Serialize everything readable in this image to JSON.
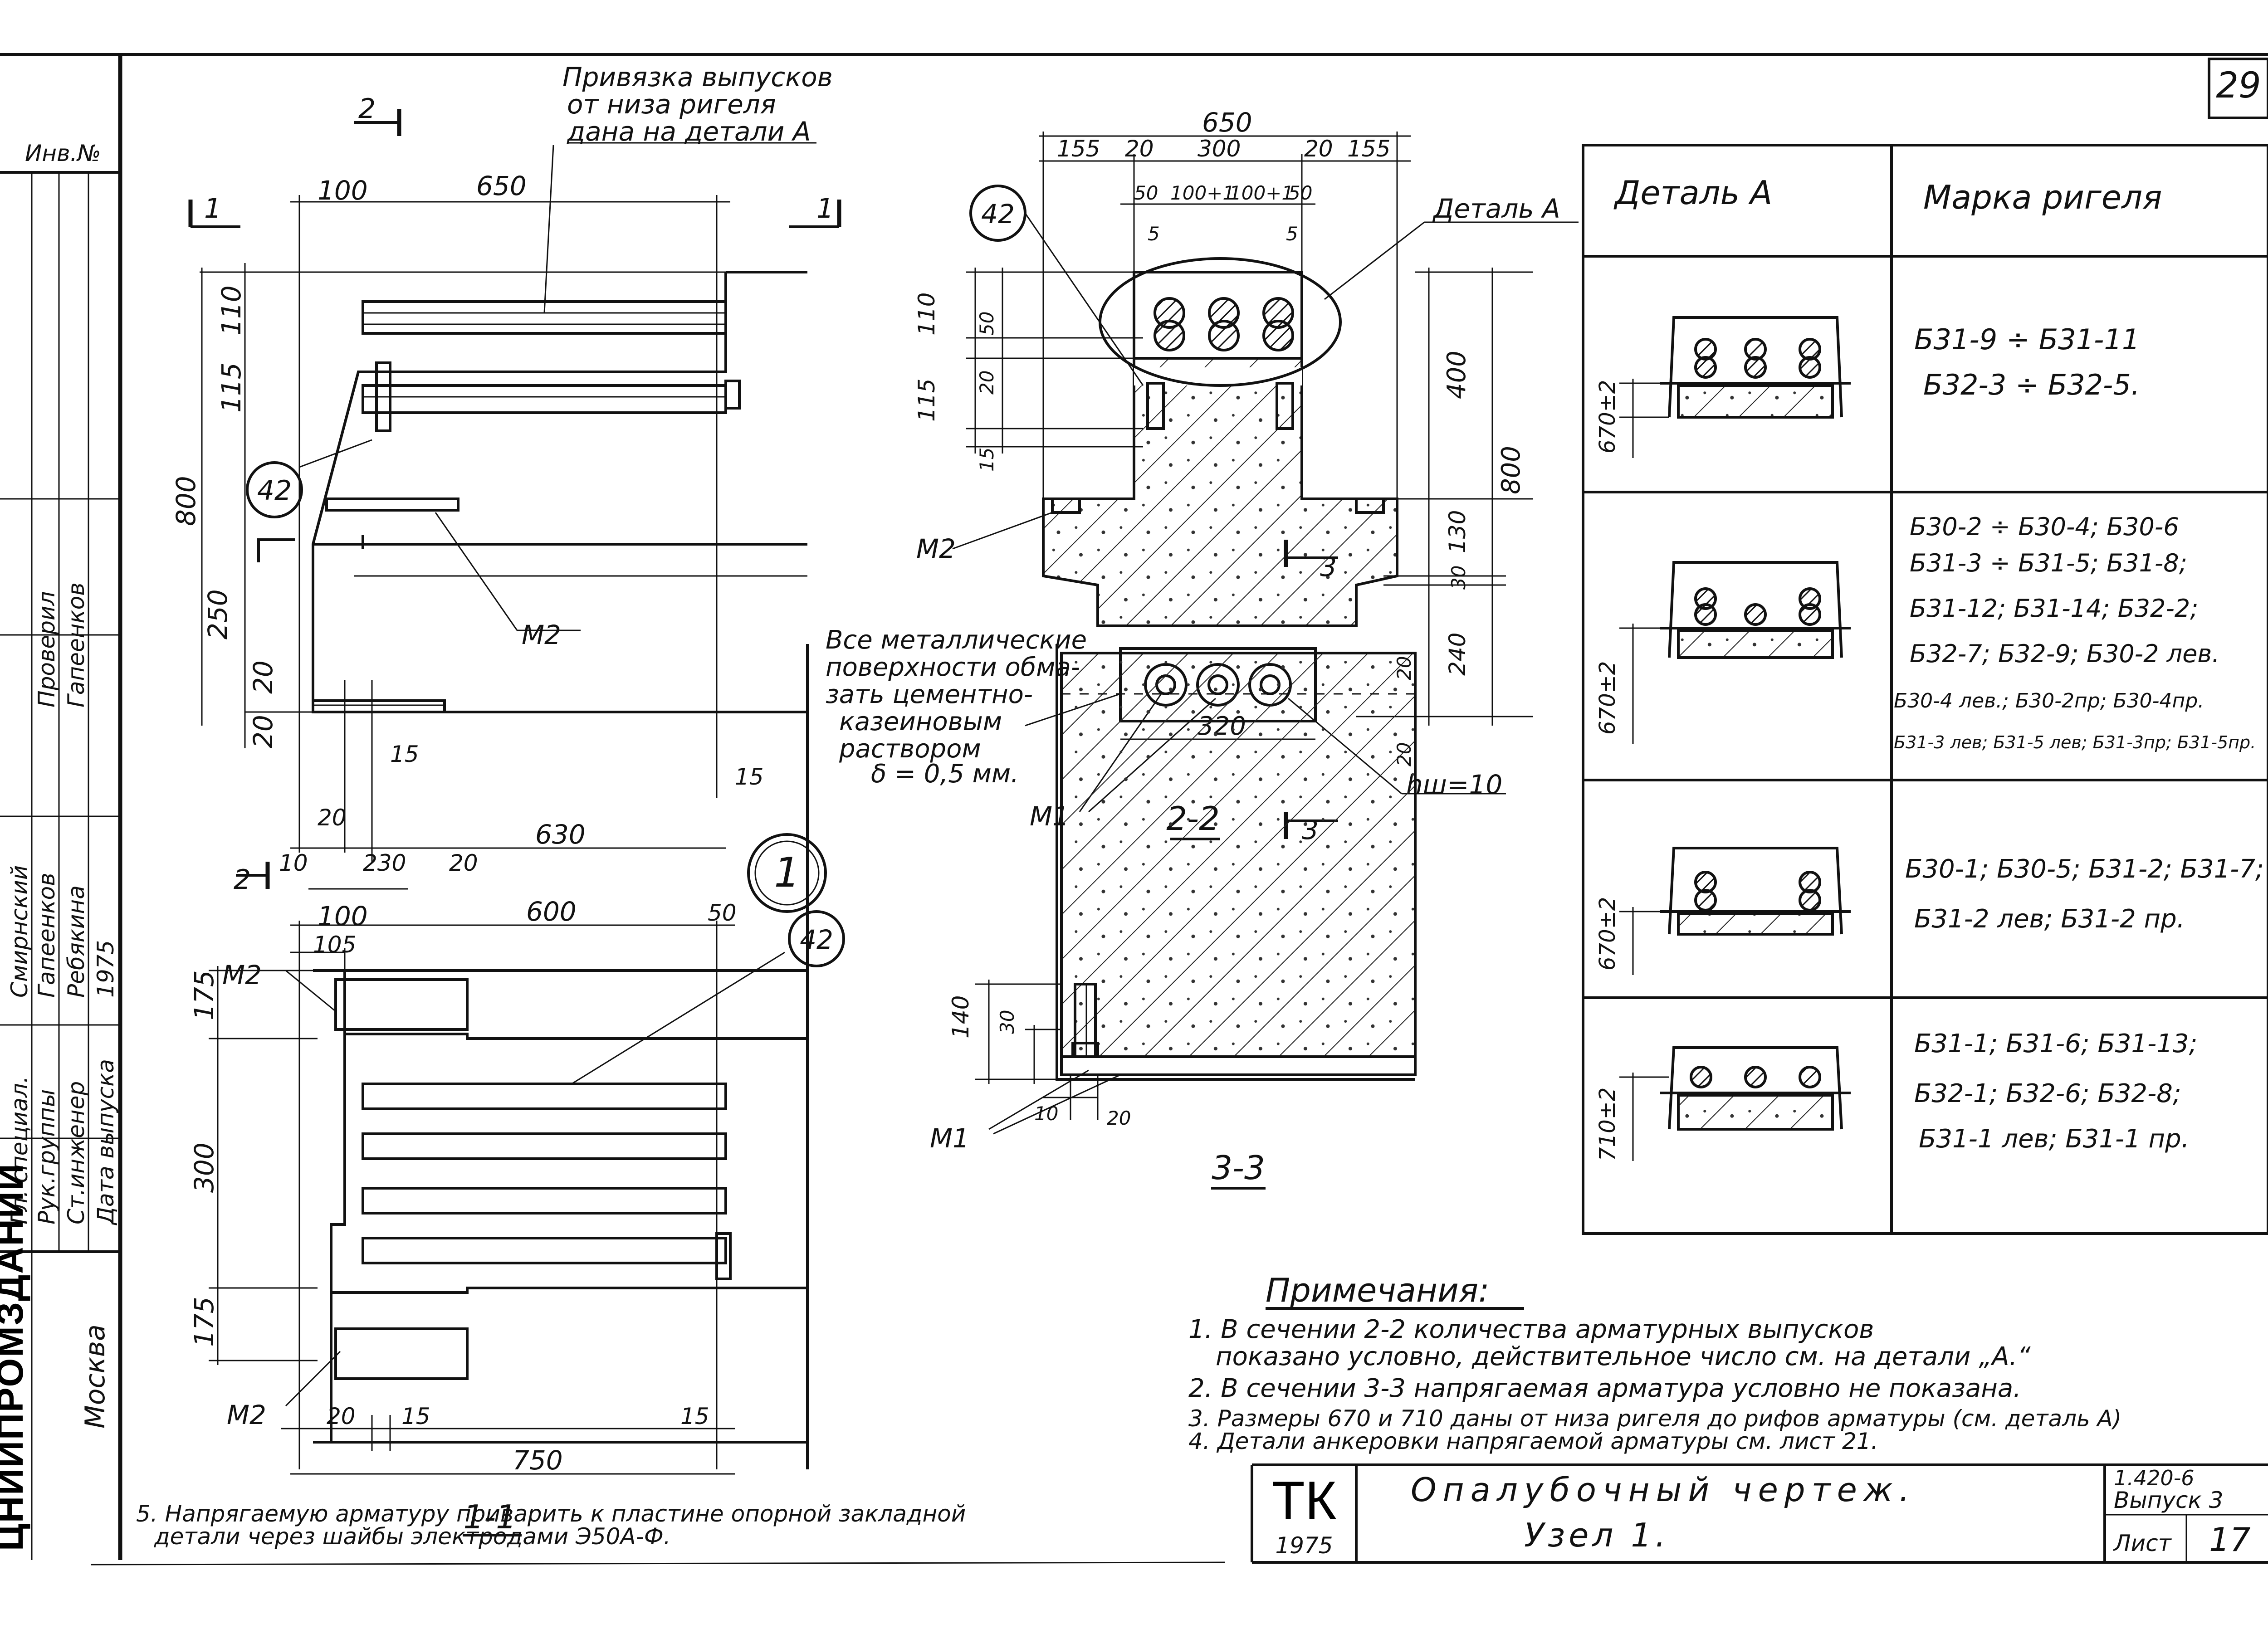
{
  "sheet": {
    "page_number": "29",
    "stamp": "ТК",
    "stamp_year": "1975",
    "drawing_title": "Опалубочный чертеж.",
    "node_title": "Узел 1.",
    "series": "1.420-6",
    "issue": "Выпуск 3",
    "sheet_label": "Лист",
    "sheet_no": "17",
    "node_circle": "1"
  },
  "side_block": {
    "organization": "ЦНИИПРОМЗДАНИЙ",
    "city": "Москва",
    "inv_label": "Инв.№",
    "signatures": [
      {
        "role": "Гл. специал.",
        "name": "Смирнский"
      },
      {
        "role": "Рук.группы",
        "name": "Гапеенков"
      },
      {
        "role": "Ст.инженер",
        "name": "Ребякина"
      },
      {
        "role": "Дата выпуска",
        "name": "1975"
      }
    ],
    "checked_label": "Проверил",
    "checked_name": "Гапеенков"
  },
  "view_1_1": {
    "title": "1-1",
    "note": "Привязка выпусков от низа ригеля дана на детали А",
    "section_mark_1": "1",
    "section_mark_2": "2",
    "label_42": "42",
    "label_m2": "М2",
    "dims": {
      "d100": "100",
      "d650": "650",
      "d110": "110",
      "d115": "115",
      "d800": "800",
      "d250": "250",
      "d20": "20",
      "d20b": "20",
      "d15": "15",
      "d15b": "15",
      "d20c": "20",
      "d230": "230",
      "d10": "10",
      "d630": "630",
      "d20d": "20"
    }
  },
  "view_plan": {
    "dims": {
      "d100": "100",
      "d600": "600",
      "d50": "50",
      "d105": "105",
      "d175": "175",
      "d300": "300",
      "d175b": "175",
      "d20": "20",
      "d15": "15",
      "d15b": "15",
      "d750": "750"
    },
    "label_m2": "М2",
    "label_m2b": "М2",
    "label_42": "42"
  },
  "view_2_2": {
    "title": "2-2",
    "label_42": "42",
    "detail_label": "Деталь А",
    "label_m2": "М2",
    "label_m1": "М1",
    "mark_3": "3",
    "hw": "hш=10",
    "note": [
      "Все металлические",
      "поверхности обма-",
      "зать цементно-",
      "казеиновым",
      "раствором",
      "δ = 0,5 мм."
    ],
    "dims": {
      "d650": "650",
      "d155": "155",
      "d20": "20",
      "d300": "300",
      "d20b": "20",
      "d155b": "155",
      "d50": "50",
      "d100": "100+1",
      "d100b": "100+1",
      "d50b": "50",
      "d5": "5",
      "d5b": "5",
      "d110": "110",
      "d50v": "50",
      "d115": "115",
      "d20v": "20",
      "d15": "15",
      "d400": "400",
      "d800": "800",
      "d130": "130",
      "d30": "30",
      "d240": "240",
      "d20r": "20",
      "d20l": "20",
      "d320": "320"
    }
  },
  "view_3_3": {
    "title": "3-3",
    "label_m1": "М1",
    "dims": {
      "d140": "140",
      "d30": "30",
      "d10": "10",
      "d20": "20"
    }
  },
  "table": {
    "headers": [
      "Деталь А",
      "Марка ригеля"
    ],
    "rows": [
      {
        "dim": "670±2",
        "lines": [
          "Б31-9 ÷ Б31-11",
          "Б32-3 ÷ Б32-5."
        ]
      },
      {
        "dim": "670±2",
        "lines": [
          "Б30-2 ÷ Б30-4; Б30-6",
          "Б31-3 ÷ Б31-5; Б31-8;",
          "Б31-12; Б31-14; Б32-2;",
          "Б32-7; Б32-9; Б30-2 лев.",
          "Б30-4 лев.; Б30-2пр; Б30-4пр.",
          "Б31-3 лев; Б31-5 лев; Б31-3пр; Б31-5пр."
        ]
      },
      {
        "dim": "670±2",
        "lines": [
          "Б30-1; Б30-5; Б31-2; Б31-7;",
          "Б31-2 лев; Б31-2 пр."
        ]
      },
      {
        "dim": "710±2",
        "lines": [
          "Б31-1; Б31-6; Б31-13;",
          "Б32-1; Б32-6; Б32-8;",
          "Б31-1 лев; Б31-1 пр."
        ]
      }
    ]
  },
  "notes": {
    "title": "Примечания:",
    "items": [
      "1. В сечении 2-2 количества арматурных выпусков",
      "показано условно, действительное число см. на детали „А.“",
      "2. В сечении 3-3 напрягаемая арматура условно не показана.",
      "3. Размеры 670 и 710 даны от низа ригеля до рифов арматуры (см. деталь А)",
      "4. Детали анкеровки напрягаемой арматуры см. лист 21."
    ],
    "note5": [
      "5. Напрягаемую арматуру приварить к пластине опорной закладной",
      "детали через шайбы электродами Э50А-Ф."
    ]
  },
  "colors": {
    "ink": "#111111",
    "paper": "#ffffff"
  }
}
